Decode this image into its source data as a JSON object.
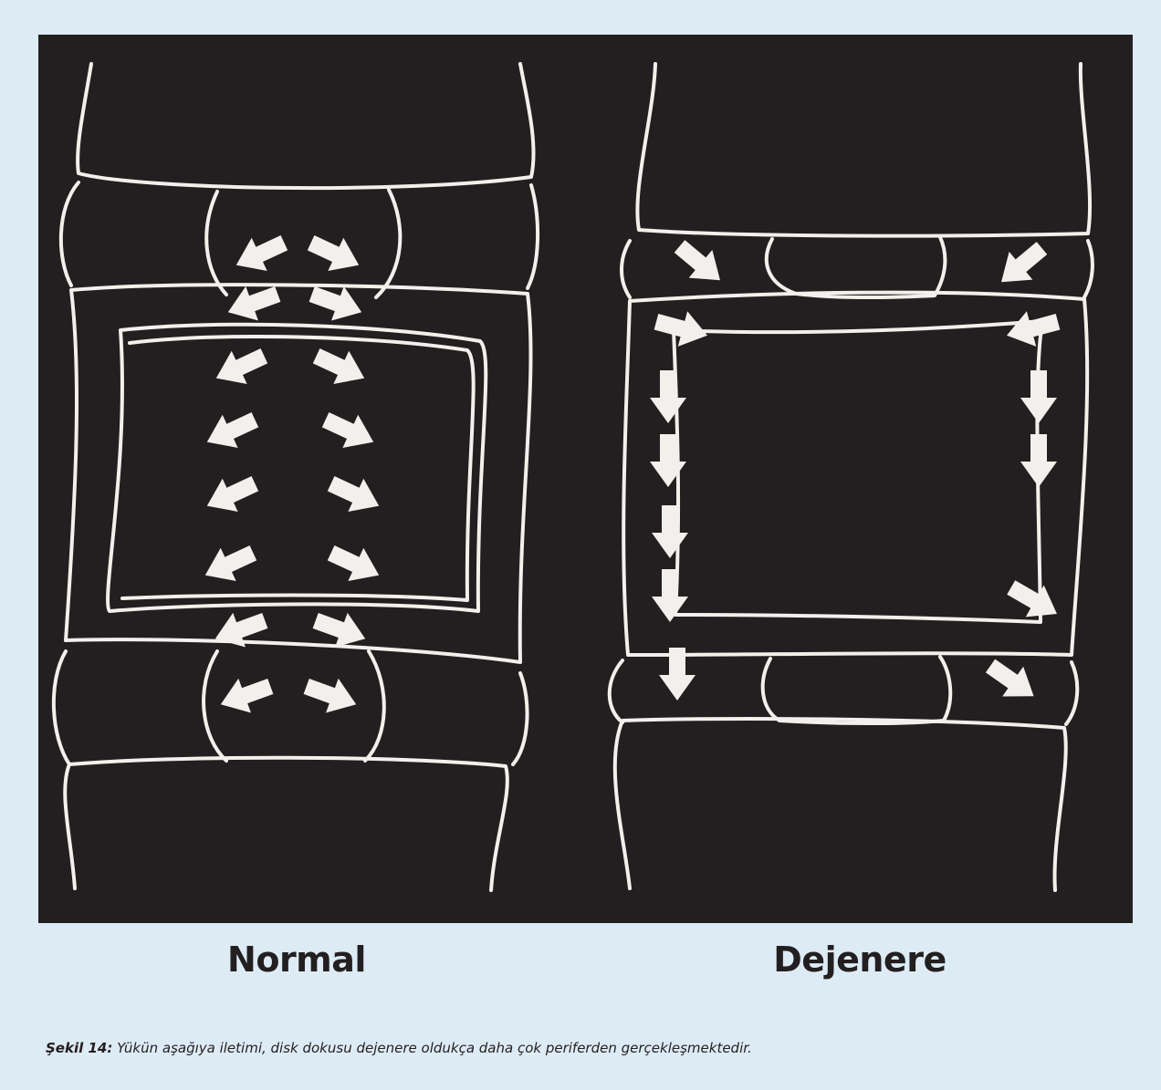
{
  "labels": {
    "normal": "Normal",
    "dejenere": "Dejenere"
  },
  "caption": {
    "prefix": "Şekil 14:",
    "text": " Yükün aşağıya iletimi, disk dokusu dejenere oldukça daha çok periferden gerçekleşmektedir."
  },
  "colors": {
    "page_background": "#ddebf5",
    "figure_background": "#231f20",
    "stroke": "#f2f0ec",
    "text": "#231f20"
  }
}
